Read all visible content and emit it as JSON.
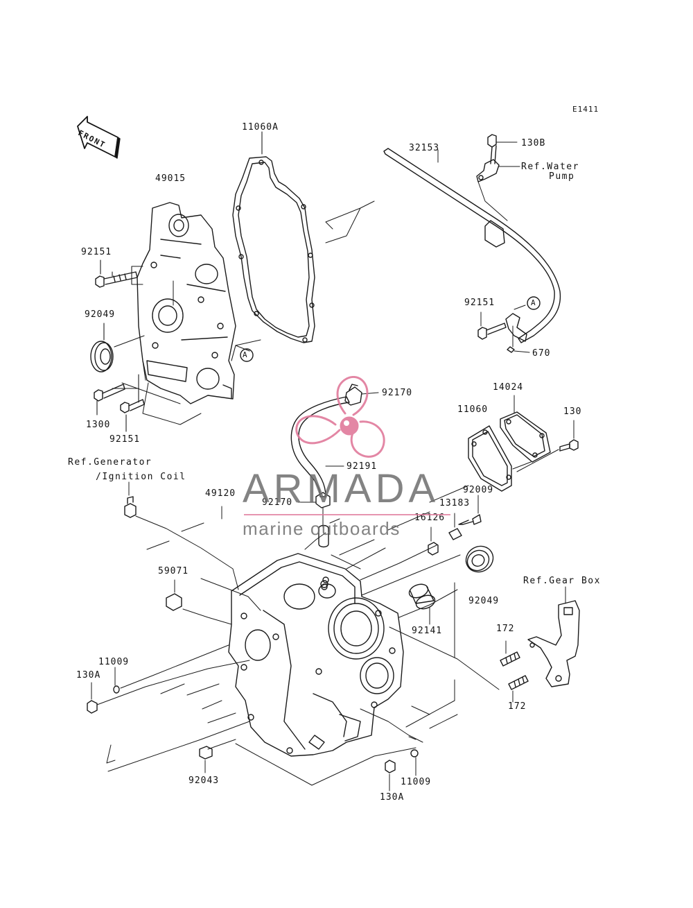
{
  "diagram_id": "E1411",
  "front_arrow": "FRONT",
  "ref_marker": "A",
  "labels": {
    "p11060A": "11060A",
    "p32153": "32153",
    "p130B": "130B",
    "ref_water_pump_1": "Ref.Water",
    "ref_water_pump_2": "Pump",
    "p49015": "49015",
    "p92151_a": "92151",
    "p92049_a": "92049",
    "p1300": "1300",
    "p92151_b": "92151",
    "p92151_c": "92151",
    "p670": "670",
    "p92170_a": "92170",
    "p14024": "14024",
    "p11060": "11060",
    "p130": "130",
    "p92191": "92191",
    "ref_generator_1": "Ref.Generator",
    "ref_generator_2": "/Ignition Coil",
    "p49120": "49120",
    "p92170_b": "92170",
    "p92009": "92009",
    "p13183": "13183",
    "p16126": "16126",
    "p59071": "59071",
    "p92049_b": "92049",
    "ref_gear_box": "Ref.Gear Box",
    "p92141": "92141",
    "p11009_a": "11009",
    "p130A_a": "130A",
    "p172_a": "172",
    "p172_b": "172",
    "p92043": "92043",
    "p11009_b": "11009",
    "p130A_b": "130A"
  },
  "watermark": {
    "brand": "ARMADA",
    "tagline": "marine outboards"
  },
  "colors": {
    "line": "#1a1a1a",
    "watermark_pink": "#e07a9b",
    "watermark_gray": "#6e6e6e"
  }
}
